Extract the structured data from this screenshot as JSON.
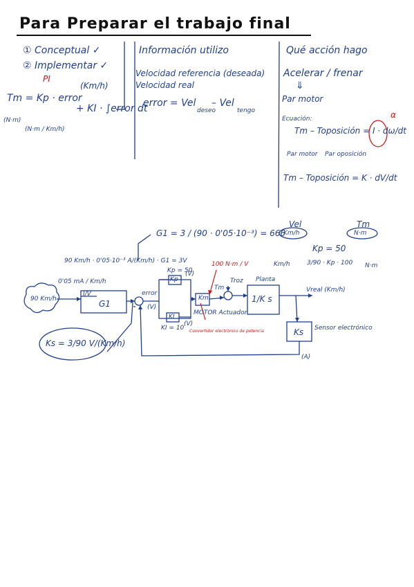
{
  "title": "Para Preparar el trabajo final",
  "col1": {
    "item1": "① Conceptual ✓",
    "item2": "② Implementar ✓",
    "pi": "PI",
    "units_kmh": "(Km/h)",
    "equation_lhs": "Tm = Kp · error",
    "equation_rhs": "+ KI · ∫error dt",
    "units_nm": "(N·m)",
    "units_frac": "(N·m / Km/h)"
  },
  "col2": {
    "header": "Información utilizo",
    "line1": "Velocidad referencia (deseada)",
    "line2": "Velocidad real",
    "error_eq": "error = Vel",
    "sub_deseo": "deseo",
    "minus_vel": "– Vel",
    "sub_tengo": "tengo"
  },
  "col3": {
    "header": "Qué acción hago",
    "line1": "Acelerar / frenar",
    "arrow": "⇓",
    "line2": "Par motor",
    "ecuacion": "Ecuación:",
    "eq1": "Tm – Toposición = I · dω/dt",
    "alpha": "α",
    "par_motor": "Par motor",
    "par_oposicion": "Par oposición",
    "eq2": "Tm – Toposición = K · dV/dt",
    "vel_label": "Vel",
    "vel_unit": "Km/h",
    "tm_label": "Tm",
    "tm_unit": "N·m"
  },
  "diagram": {
    "g1_eq": "G1 = 3 / (90 · 0'05·10⁻³) = 666",
    "gain_line": "90 Km/h · 0'05·10⁻³ A/(Km/h) · G1 = 3V",
    "kp_eq": "Kp = 50",
    "kmh": "Km/h",
    "kp_frac": "3/90 · Kp · 100",
    "nm": "N·m",
    "input_src": "0'05 mA / Km/h",
    "input_value": "90 Km/h",
    "iv_block": "I/V",
    "g1_block": "G1",
    "error_label": "error",
    "v_label_1": "(V)",
    "v_label_2": "(V)",
    "v_label_3": "(V)",
    "kp_block": "Kp",
    "kp_value": "Kp = 50",
    "ki_block": "KI",
    "ki_value": "KI = 10",
    "km_block": "Km",
    "motor_gain": "100 N·m / V",
    "converter": "Convertidor electrónico de potencia",
    "motor_label": "MOTOR Actuador",
    "tm": "Tm",
    "troz": "Troz",
    "planta": "Planta",
    "plant_block": "1/K s",
    "vreal": "Vreal (Km/h)",
    "ks_block": "Ks",
    "sensor": "Sensor electrónico",
    "a_label": "(A)",
    "ks_def": "Ks = 3/90 V/(Km/h)"
  }
}
